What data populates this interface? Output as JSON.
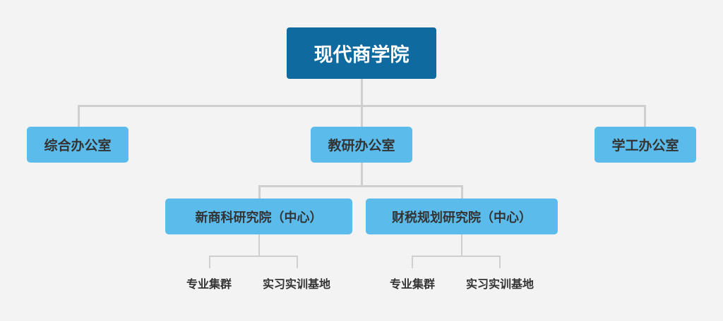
{
  "org_chart": {
    "root": "现代商学院",
    "level1": [
      "综合办公室",
      "教研办公室",
      "学工办公室"
    ],
    "level2": [
      "新商科研究院（中心）",
      "财税规划研究院（中心）"
    ],
    "level3": {
      "left": [
        "专业集群",
        "实习实训基地"
      ],
      "right": [
        "专业集群",
        "实习实训基地"
      ]
    }
  },
  "colors": {
    "root_bg": "#0f6aa0",
    "node_bg": "#5bbceb",
    "connector": "#cfcfcf",
    "text_dark": "#333333",
    "background": "#f3f3f3"
  }
}
